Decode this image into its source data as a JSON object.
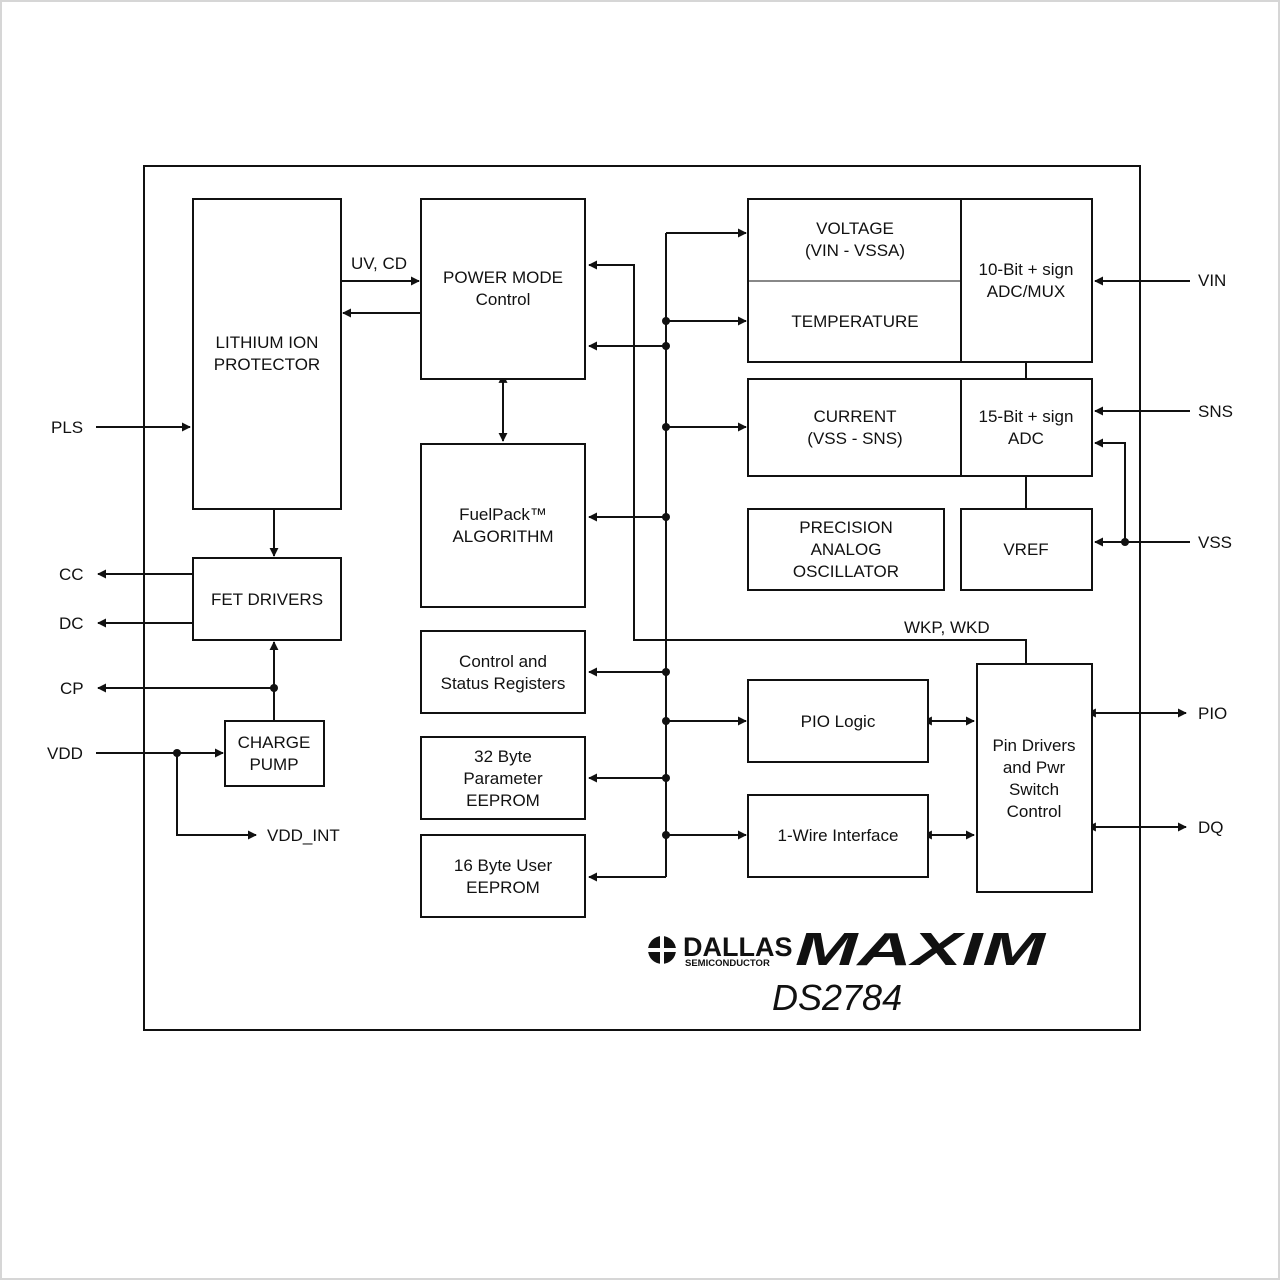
{
  "blocks": {
    "lithium_protector": [
      "LITHIUM ION",
      "PROTECTOR"
    ],
    "power_mode": [
      "POWER MODE",
      "Control"
    ],
    "fuelpack": [
      "FuelPack™",
      "ALGORITHM"
    ],
    "control_status": [
      "Control and",
      "Status Registers"
    ],
    "param_eeprom": [
      "32 Byte",
      "Parameter",
      "EEPROM"
    ],
    "user_eeprom": [
      "16 Byte User",
      "EEPROM"
    ],
    "fet_drivers": [
      "FET DRIVERS"
    ],
    "charge_pump": [
      "CHARGE",
      "PUMP"
    ],
    "voltage": [
      "VOLTAGE",
      "(VIN - VSSA)"
    ],
    "temperature": [
      "TEMPERATURE"
    ],
    "adc10": [
      "10-Bit + sign",
      "ADC/MUX"
    ],
    "current": [
      "CURRENT",
      "(VSS - SNS)"
    ],
    "adc15": [
      "15-Bit + sign",
      "ADC"
    ],
    "oscillator": [
      "PRECISION",
      "ANALOG",
      "OSCILLATOR"
    ],
    "vref": [
      "VREF"
    ],
    "pio_logic": [
      "PIO Logic"
    ],
    "one_wire": [
      "1-Wire Interface"
    ],
    "pin_drivers": [
      "Pin Drivers",
      "and Pwr",
      "Switch",
      "Control"
    ]
  },
  "signals": {
    "uv_cd": "UV, CD",
    "wkp_wkd": "WKP, WKD"
  },
  "pins": {
    "pls": "PLS",
    "cc": "CC",
    "dc": "DC",
    "cp": "CP",
    "vdd": "VDD",
    "vdd_int": "VDD_INT",
    "vin": "VIN",
    "sns": "SNS",
    "vss": "VSS",
    "pio": "PIO",
    "dq": "DQ"
  },
  "logo": {
    "dallas": "DALLAS",
    "semiconductor": "SEMICONDUCTOR",
    "maxim": "MAXIM",
    "part_number": "DS2784"
  }
}
